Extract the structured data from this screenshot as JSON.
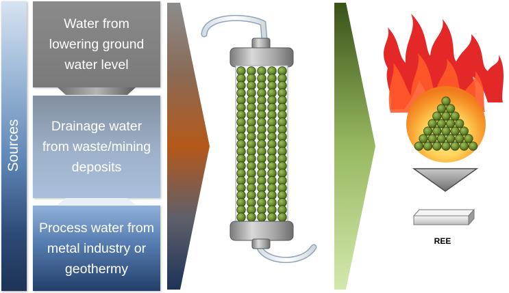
{
  "sources": {
    "label": "Sources",
    "items": [
      "Water from lowering ground water level",
      "Drainage water from waste/mining deposits",
      "Process water from metal industry or geothermy"
    ]
  },
  "product": {
    "label": "REE"
  },
  "colors": {
    "bead": "#6b8c2f",
    "flame_red": "#e31b1b",
    "flame_orange": "#f58a1f",
    "flame_yellow": "#ffe26a",
    "arrow_brown": "#b5581a",
    "arrow_green": "#c8e09a"
  },
  "icons": [
    "column-icon",
    "fire-icon",
    "funnel-icon",
    "ree-bar-icon",
    "tube-icon"
  ]
}
